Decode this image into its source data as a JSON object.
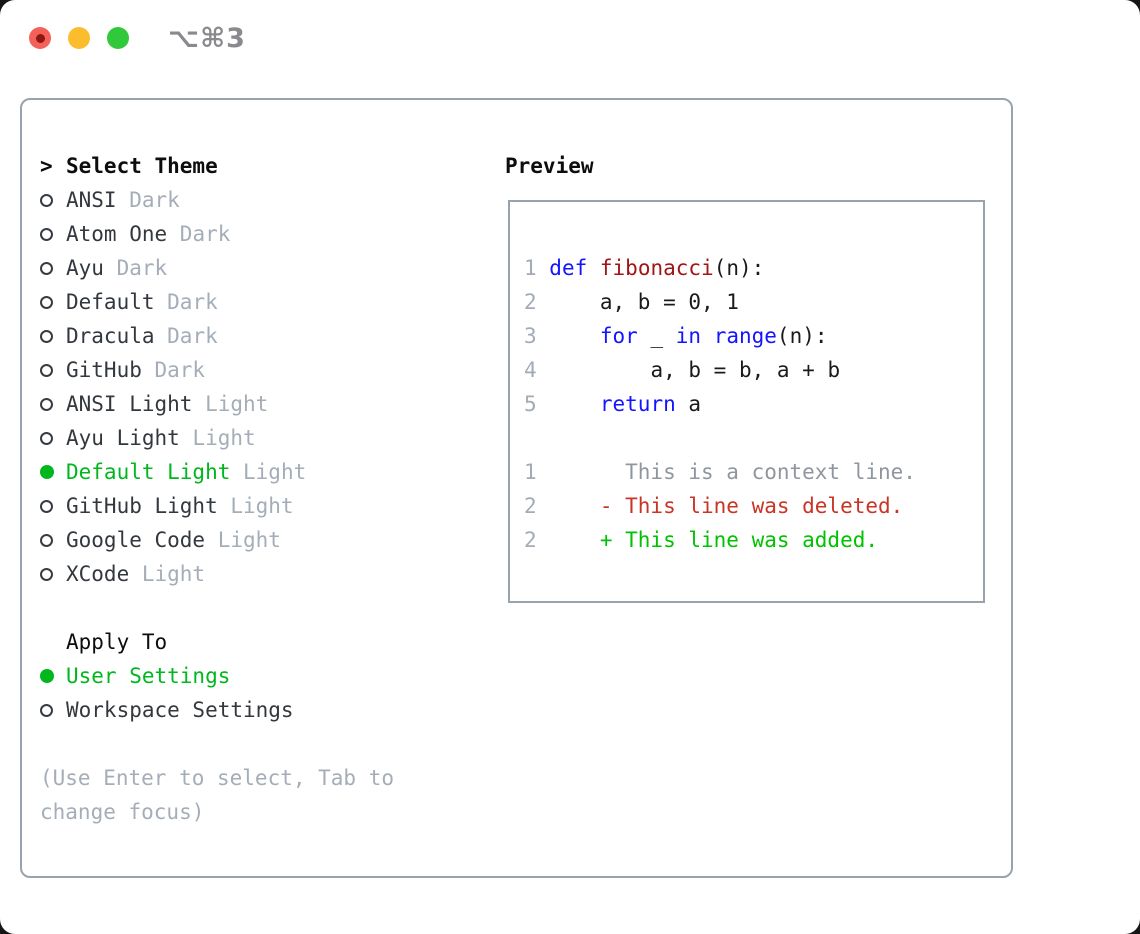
{
  "titlebar": {
    "shortcut": "⌥⌘3",
    "buttons": [
      "close",
      "minimize",
      "zoom"
    ]
  },
  "theme_picker": {
    "title": "Select Theme",
    "cursor": ">",
    "items": [
      {
        "name": "ANSI",
        "variant": "Dark",
        "selected": false
      },
      {
        "name": "Atom One",
        "variant": "Dark",
        "selected": false
      },
      {
        "name": "Ayu",
        "variant": "Dark",
        "selected": false
      },
      {
        "name": "Default",
        "variant": "Dark",
        "selected": false
      },
      {
        "name": "Dracula",
        "variant": "Dark",
        "selected": false
      },
      {
        "name": "GitHub",
        "variant": "Dark",
        "selected": false
      },
      {
        "name": "ANSI Light",
        "variant": "Light",
        "selected": false
      },
      {
        "name": "Ayu Light",
        "variant": "Light",
        "selected": false
      },
      {
        "name": "Default Light",
        "variant": "Light",
        "selected": true
      },
      {
        "name": "GitHub Light",
        "variant": "Light",
        "selected": false
      },
      {
        "name": "Google Code",
        "variant": "Light",
        "selected": false
      },
      {
        "name": "XCode",
        "variant": "Light",
        "selected": false
      }
    ],
    "apply_to": {
      "title": "Apply To",
      "options": [
        {
          "label": "User Settings",
          "selected": true
        },
        {
          "label": "Workspace Settings",
          "selected": false
        }
      ]
    },
    "help": "(Use Enter to select, Tab to change focus)"
  },
  "preview": {
    "title": "Preview",
    "code_lines": [
      {
        "num": "1",
        "segments": [
          {
            "text": "def",
            "color": "keyword"
          },
          {
            "text": " ",
            "color": "plain"
          },
          {
            "text": "fibonacci",
            "color": "function"
          },
          {
            "text": "(n):",
            "color": "plain"
          }
        ]
      },
      {
        "num": "2",
        "segments": [
          {
            "text": "    a, b = 0, 1",
            "color": "plain"
          }
        ]
      },
      {
        "num": "3",
        "segments": [
          {
            "text": "    ",
            "color": "plain"
          },
          {
            "text": "for",
            "color": "keyword"
          },
          {
            "text": " _ ",
            "color": "plain"
          },
          {
            "text": "in",
            "color": "keyword"
          },
          {
            "text": " ",
            "color": "plain"
          },
          {
            "text": "range",
            "color": "keyword"
          },
          {
            "text": "(n):",
            "color": "plain"
          }
        ]
      },
      {
        "num": "4",
        "segments": [
          {
            "text": "        a, b = b, a + b",
            "color": "plain"
          }
        ]
      },
      {
        "num": "5",
        "segments": [
          {
            "text": "    ",
            "color": "plain"
          },
          {
            "text": "return",
            "color": "keyword"
          },
          {
            "text": " a",
            "color": "plain"
          }
        ]
      }
    ],
    "diff_lines": [
      {
        "num": "1",
        "marker": " ",
        "text": "This is a context line.",
        "type": "context"
      },
      {
        "num": "2",
        "marker": "-",
        "text": "This line was deleted.",
        "type": "deleted"
      },
      {
        "num": "2",
        "marker": "+",
        "text": "This line was added.",
        "type": "added"
      }
    ],
    "colors": {
      "keyword": "#1414ff",
      "function": "#a31515",
      "plain": "#1a1a1a",
      "line_number": "#a2abb6",
      "context": "#8f969e",
      "deleted": "#c93425",
      "added": "#00c300",
      "selected_green": "#00b71e"
    }
  }
}
